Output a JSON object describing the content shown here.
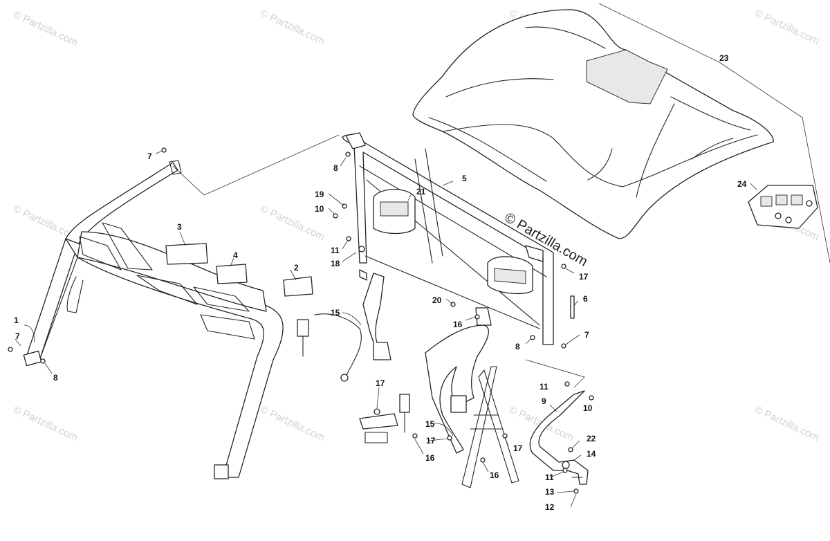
{
  "diagram": {
    "watermarks": [
      "© Partzilla.com"
    ],
    "stamp": "© Partzilla.com",
    "callouts": {
      "c1": "1",
      "c2": "2",
      "c3": "3",
      "c4": "4",
      "c5": "5",
      "c6": "6",
      "c7a": "7",
      "c7b": "7",
      "c7c": "7",
      "c8a": "8",
      "c8b": "8",
      "c8c": "8",
      "c9": "9",
      "c10a": "10",
      "c10b": "10",
      "c11a": "11",
      "c11b": "11",
      "c11c": "11",
      "c12": "12",
      "c13": "13",
      "c14": "14",
      "c15a": "15",
      "c15b": "15",
      "c16a": "16",
      "c16b": "16",
      "c16c": "16",
      "c17a": "17",
      "c17b": "17",
      "c17c": "17",
      "c17d": "17",
      "c18": "18",
      "c19": "19",
      "c20": "20",
      "c21": "21",
      "c22": "22",
      "c23": "23",
      "c24": "24"
    }
  }
}
